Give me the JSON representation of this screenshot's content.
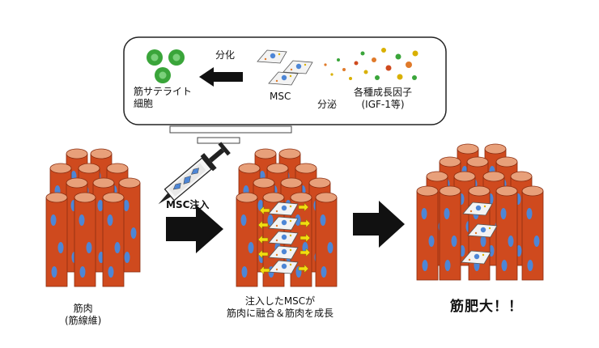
{
  "callout": {
    "satellite_label_1": "筋サテライト",
    "satellite_label_2": "細胞",
    "differentiation": "分化",
    "msc": "MSC",
    "secretion": "分泌",
    "growth_factors_1": "各種成長因子",
    "growth_factors_2": "(IGF-1等)"
  },
  "injection_label": "MSC注入",
  "muscle_label_1": "筋肉",
  "muscle_label_2": "(筋線維)",
  "fusion_label_1": "注入したMSCが",
  "fusion_label_2": "筋肉に融合＆筋肉を成長",
  "result_label": "筋肥大！！",
  "colors": {
    "fiber": "#cf4a1e",
    "fiber_top": "#e8a07a",
    "nucleus": "#4d86d6",
    "satellite_cell": "#3aa53a",
    "arrow": "#111111",
    "fusion_arrow": "#f2dd10"
  }
}
